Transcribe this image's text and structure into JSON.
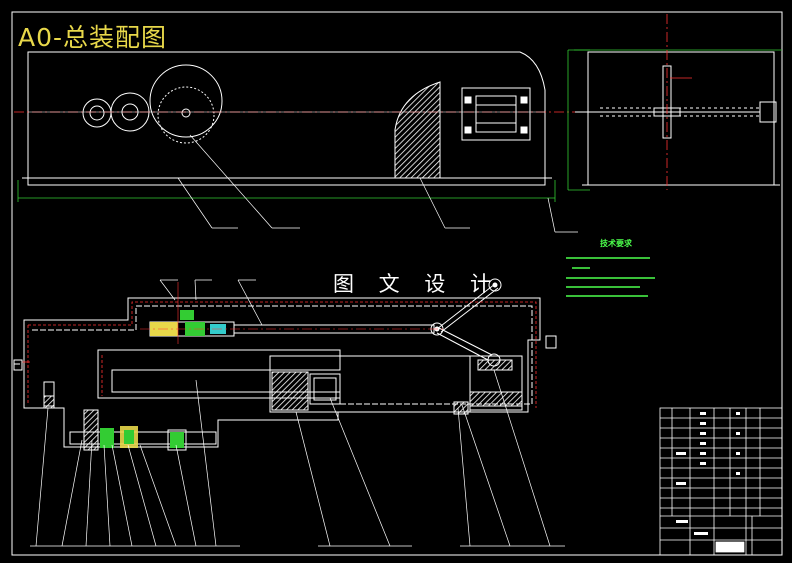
{
  "drawing": {
    "title": "A0-总装配图",
    "watermark": "图 文 设 计",
    "tech_requirements_title": "技术要求"
  },
  "colors": {
    "background": "#000000",
    "outline": "#ffffff",
    "dimension": "#33cc33",
    "centerline": "#ff3333",
    "title_text": "#e8d84a",
    "notes_text": "#4cff4c",
    "hatch": "#ffffff",
    "part_yellow": "#e8d84a",
    "part_green": "#33cc33",
    "part_cyan": "#33cccc"
  }
}
